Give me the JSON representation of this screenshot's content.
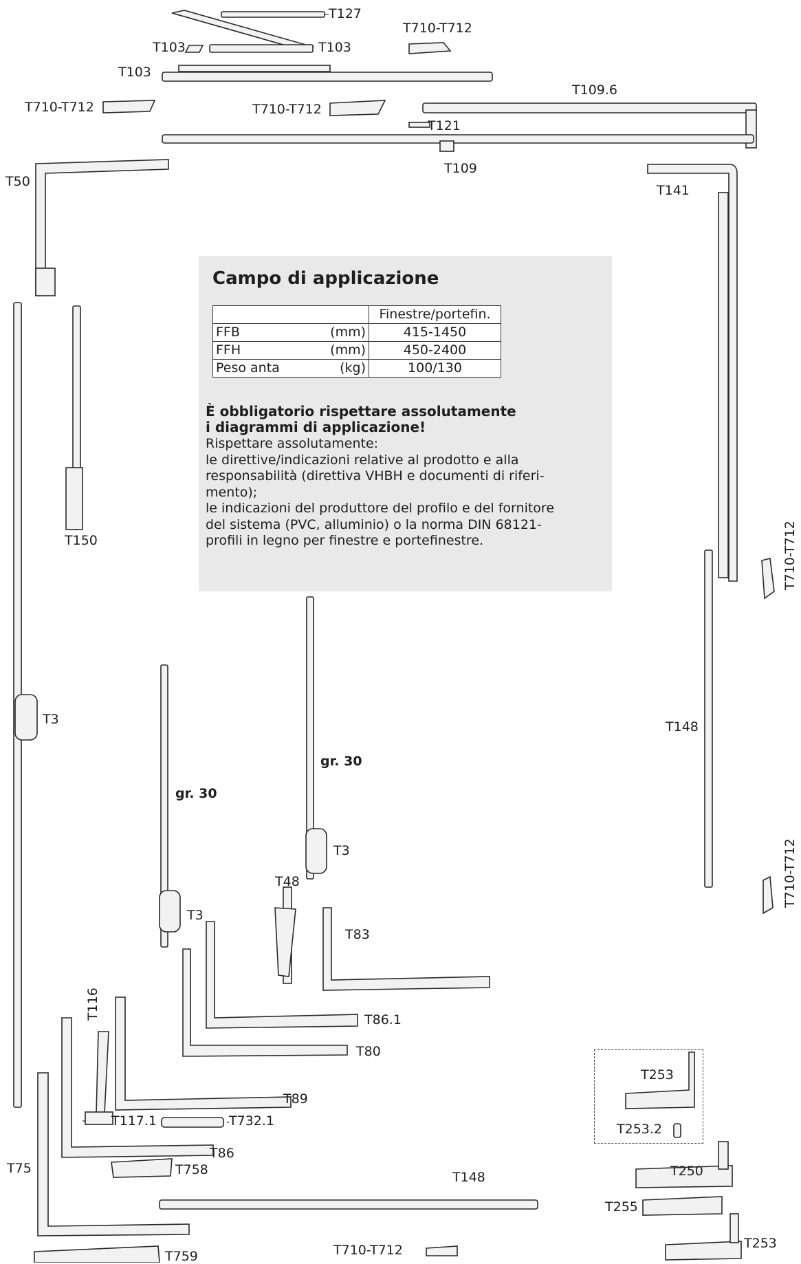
{
  "labels": {
    "t127": "T127",
    "t103_a": "T103",
    "t103_b": "T103",
    "t103_c": "T103",
    "t710_top": "T710-T712",
    "t710_left": "T710-T712",
    "t710_mid": "T710-T712",
    "t109_6": "T109.6",
    "t121": "T121",
    "t109": "T109",
    "t50": "T50",
    "t141": "T141",
    "t150": "T150",
    "t710_right_upper": "T710-T712",
    "t710_right_lower": "T710-T712",
    "t3_left": "T3",
    "t148_right": "T148",
    "gr30_right": "gr. 30",
    "gr30_left": "gr. 30",
    "t3_center": "T3",
    "t48": "T48",
    "t3_mid": "T3",
    "t83": "T83",
    "t86_1": "T86.1",
    "t116": "T116",
    "t80": "T80",
    "t89": "T89",
    "t117_1": "T117.1",
    "t732_1": "T732.1",
    "t86": "T86",
    "t75": "T75",
    "t758": "T758",
    "t148_bottom": "T148",
    "t759": "T759",
    "t710_bottom": "T710-T712",
    "t253_box": "T253",
    "t253_2": "T253.2",
    "t250": "T250",
    "t255": "T255",
    "t253_bottom": "T253"
  },
  "info": {
    "title": "Campo di applicazione",
    "table": {
      "header": [
        "",
        "",
        "Finestre/portefin."
      ],
      "rows": [
        {
          "name": "FFB",
          "unit": "(mm)",
          "value": "415-1450"
        },
        {
          "name": "FFH",
          "unit": "(mm)",
          "value": "450-2400"
        },
        {
          "name": "Peso anta",
          "unit": "(kg)",
          "value": "100/130"
        }
      ]
    },
    "warning_line1": "È obbligatorio rispettare assolutamente",
    "warning_line2": "i diagrammi di applicazione!",
    "text_lines": [
      "Rispettare assolutamente:",
      "le direttive/indicazioni relative al prodotto e alla",
      "responsabilità (direttiva VHBH e documenti di riferi-",
      "mento);",
      "le indicazioni del produttore del profilo e del fornitore",
      "del sistema (PVC, alluminio) o la norma DIN 68121-",
      "profili in legno per finestre e portefinestre."
    ]
  }
}
